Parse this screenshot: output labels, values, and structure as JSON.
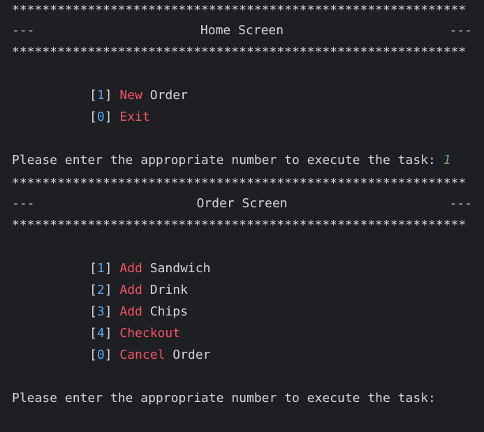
{
  "colors": {
    "background": "#1e1f22",
    "text": "#d3d5d9",
    "number": "#56a8f5",
    "keyword": "#f75464",
    "user_input": "#6aab73"
  },
  "separator": "************************************************************",
  "dash": "---",
  "home": {
    "title": "Home Screen",
    "options": [
      {
        "open": "[",
        "num": "1",
        "close": "]",
        "keyword": "New",
        "rest": "Order"
      },
      {
        "open": "[",
        "num": "0",
        "close": "]",
        "keyword": "Exit",
        "rest": ""
      }
    ],
    "prompt": "Please enter the appropriate number to execute the task: ",
    "input": "1"
  },
  "order": {
    "title": "Order Screen",
    "options": [
      {
        "open": "[",
        "num": "1",
        "close": "]",
        "keyword": "Add",
        "rest": "Sandwich"
      },
      {
        "open": "[",
        "num": "2",
        "close": "]",
        "keyword": "Add",
        "rest": "Drink"
      },
      {
        "open": "[",
        "num": "3",
        "close": "]",
        "keyword": "Add",
        "rest": "Chips"
      },
      {
        "open": "[",
        "num": "4",
        "close": "]",
        "keyword": "Checkout",
        "rest": ""
      },
      {
        "open": "[",
        "num": "0",
        "close": "]",
        "keyword": "Cancel",
        "rest": "Order"
      }
    ],
    "prompt": "Please enter the appropriate number to execute the task:"
  }
}
